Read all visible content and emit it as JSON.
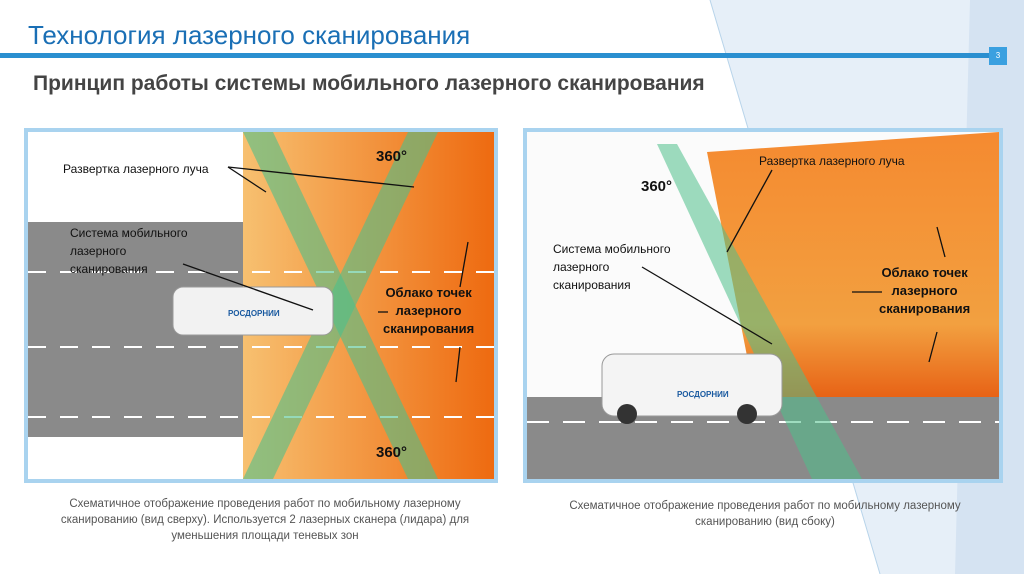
{
  "header": {
    "title": "Технология лазерного сканирования",
    "page_number": "3",
    "subtitle": "Принцип работы системы мобильного лазерного сканирования"
  },
  "left_panel": {
    "beam_label": "Развертка лазерного луча",
    "system_label": [
      "Система мобильного",
      "лазерного",
      "сканирования"
    ],
    "cloud_label": [
      "Облако точек",
      "лазерного",
      "сканирования"
    ],
    "angle_top": "360°",
    "angle_bottom": "360°",
    "vehicle_text": "РОСДОРНИИ",
    "caption": "Схематичное отображение проведения работ по мобильному лазерному сканированию (вид сверху). Используется 2 лазерных сканера (лидара) для уменьшения площади теневых зон"
  },
  "right_panel": {
    "beam_label": "Развертка лазерного луча",
    "angle": "360°",
    "system_label": [
      "Система мобильного",
      "лазерного",
      "сканирования"
    ],
    "cloud_label": [
      "Облако точек",
      "лазерного",
      "сканирования"
    ],
    "vehicle_text": "РОСДОРНИИ",
    "caption": "Схематичное отображение проведения работ по мобильному лазерному сканированию (вид сбоку)"
  },
  "colors": {
    "accent": "#2a8fd0",
    "title": "#1a6fb5",
    "border": "#a9d3ef"
  }
}
